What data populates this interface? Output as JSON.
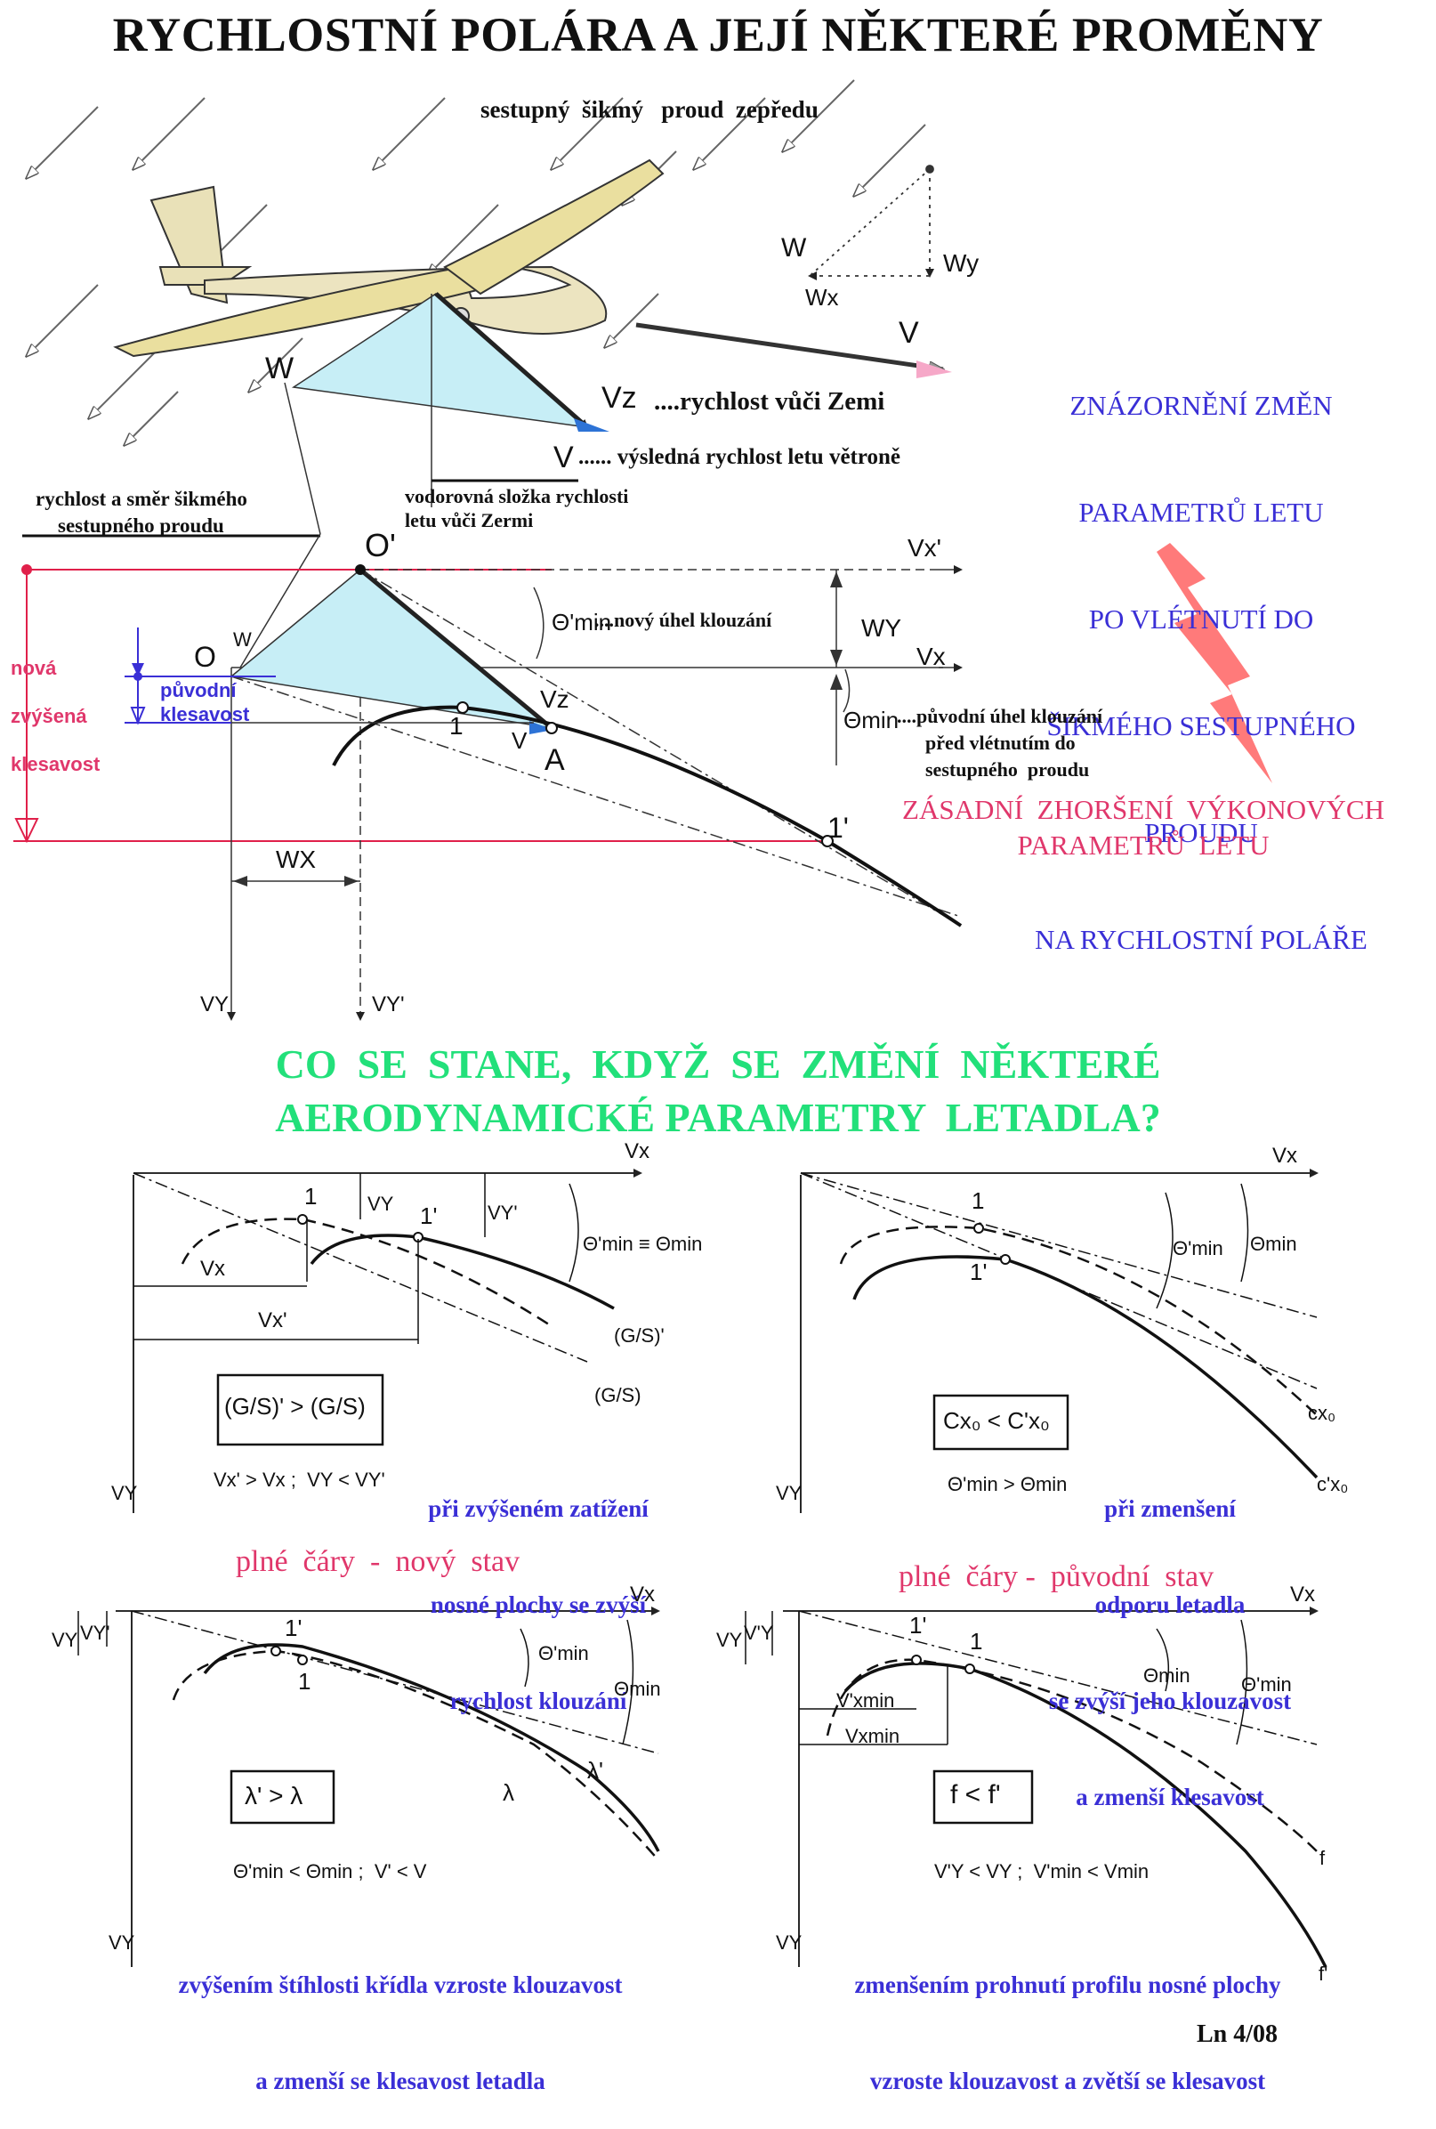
{
  "title": "RYCHLOSTNÍ POLÁRA A JEJÍ NĚKTERÉ PROMĚNY",
  "top": {
    "stream_caption": "sestupný  šikmý   proud  zepředu",
    "W": "W",
    "Wx": "Wx",
    "Wy": "Wy",
    "V": "V",
    "Vz": "Vz",
    "vz_caption": "....rychlost vůči Zemi",
    "v_caption": "...... výsledná rychlost letu větroně",
    "horiz_caption_1": "vodorovná složka rychlosti",
    "horiz_caption_2": "letu vůči Zermi",
    "stream_dir_1": "rychlost a směr šikmého",
    "stream_dir_2": "sestupného proudu"
  },
  "right_box": {
    "lines": [
      "ZNÁZORNĚNÍ ZMĚN",
      "PARAMETRŮ LETU",
      "PO VLÉTNUTÍ DO",
      "ŠIKMÉHO SESTUPNÉHO",
      "PROUDU",
      "NA RYCHLOSTNÍ POLÁŘE"
    ],
    "warning_1": "ZÁSADNÍ  ZHORŠENÍ  VÝKONOVÝCH",
    "warning_2": "PARAMETRŮ  LETU"
  },
  "main_polar": {
    "O_prime": "O'",
    "O": "O",
    "W": "W",
    "A": "A",
    "one": "1",
    "one_prime": "1'",
    "Vx_prime": "Vx'",
    "Vx": "Vx",
    "Wy": "WY",
    "Wx": "WX",
    "Vy": "VY",
    "Vy_prime": "VY'",
    "theta_min_prime": "Θ'min",
    "theta_min": "Θmin",
    "Vz": "Vz",
    "V": "V",
    "new_angle": "....nový úhel klouzání",
    "orig_angle_1": "....původní úhel klouzání",
    "orig_angle_2": "před vlétnutím do",
    "orig_angle_3": "sestupného  proudu",
    "new_sink_1": "nová",
    "new_sink_2": "zvýšená",
    "new_sink_3": "klesavost",
    "orig_sink_1": "původní",
    "orig_sink_2": "klesavost"
  },
  "question": [
    "CO  SE  STANE,  KDYŽ  SE  ZMĚNÍ  NĚKTERÉ",
    "AERODYNAMICKÉ PARAMETRY  LETADLA?"
  ],
  "panels": {
    "p1": {
      "box": "(G/S)' > (G/S)",
      "ineq": "Vx' > Vx ;  VY < VY'",
      "desc": [
        "při zvýšeném zatížení",
        "nosné plochy se zvýší",
        "rychlost klouzání"
      ],
      "labels": [
        "Vx",
        "VY",
        "VY'",
        "1",
        "1'",
        "Vx",
        "Vx'",
        "Θ'min ≡ Θmin",
        "(G/S)'",
        "(G/S)",
        "VY"
      ]
    },
    "p2": {
      "box": "Cx₀ < C'x₀",
      "ineq": "Θ'min > Θmin",
      "desc": [
        "při zmenšení",
        "odporu letadla",
        "se zvýší jeho klouzavost",
        "a zmenší klesavost"
      ],
      "labels": [
        "Vx",
        "1",
        "1'",
        "Θ'min",
        "Θmin",
        "cx₀",
        "c'x₀",
        "VY"
      ]
    },
    "p3": {
      "box": "λ' > λ",
      "ineq": "Θ'min < Θmin ;  V' < V",
      "desc": [
        "zvýšením štíhlosti křídla vzroste klouzavost",
        "a zmenší se klesavost letadla"
      ],
      "labels": [
        "Vx",
        "VY",
        "VY'",
        "1'",
        "1",
        "Θ'min",
        "Θmin",
        "λ",
        "λ'",
        "VY"
      ]
    },
    "p4": {
      "box": "f < f'",
      "ineq": "V'Y < VY ;  V'min < Vmin",
      "desc": [
        "zmenšením prohnutí profilu nosné plochy",
        "vzroste klouzavost a zvětší se klesavost"
      ],
      "labels": [
        "Vx",
        "VY",
        "V'Y",
        "1'",
        "1",
        "V'xmin",
        "Vxmin",
        "Θmin",
        "Θ'min",
        "f",
        "f'",
        "VY"
      ]
    }
  },
  "legend_new": "plné  čáry  -  nový  stav",
  "legend_orig": "plné  čáry -  původní  stav",
  "footer": "Ln 4/08",
  "colors": {
    "blue": "#3a2fd6",
    "pink": "#e0376b",
    "green": "#22e07a",
    "cyan": "#c7eef6",
    "red": "#e0204a",
    "bolt": "#ff6a6a"
  }
}
